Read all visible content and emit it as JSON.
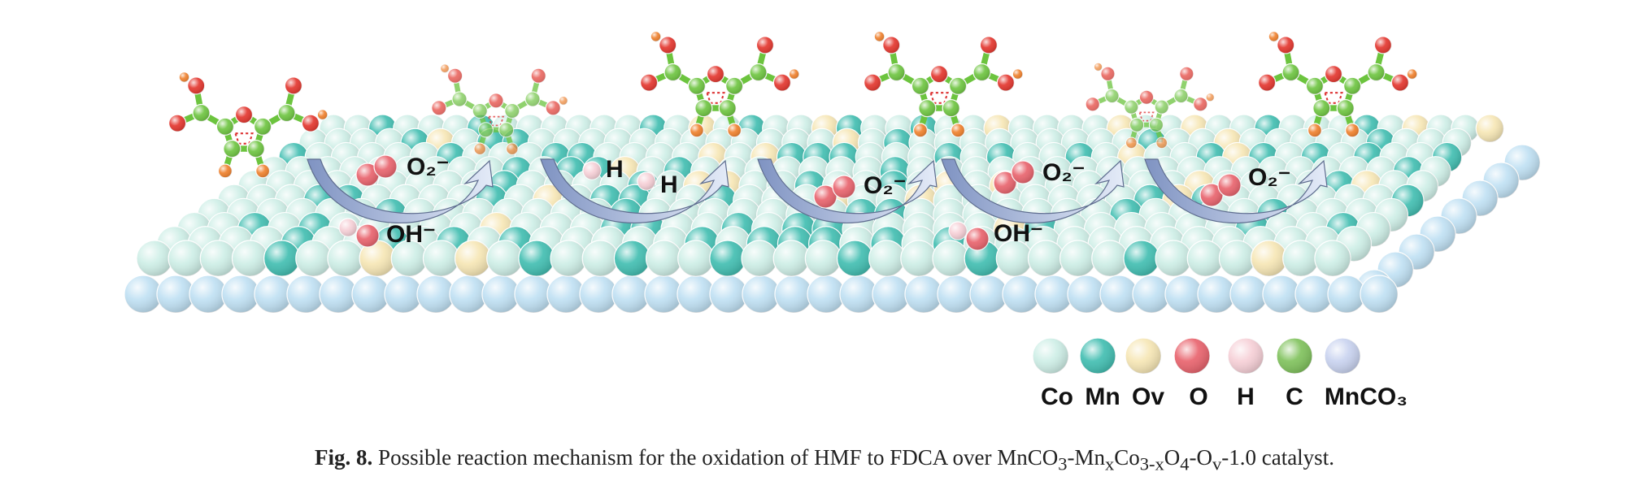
{
  "colors": {
    "co": "#cdeee6",
    "mn": "#3fbdb0",
    "ov": "#f6e6b4",
    "o": "#e8616b",
    "h": "#f6cfd6",
    "c": "#7ec15a",
    "mnco3": "#c8d2ef",
    "base": "#bfe0f3",
    "mol_c": "#6cc43e",
    "mol_o": "#e3332b",
    "mol_h": "#ef7f2a"
  },
  "labels": {
    "o2_a": "O₂⁻",
    "oh_a": "OH⁻",
    "h_a": "H",
    "h_b": "H",
    "o2_b": "O₂⁻",
    "o2_c": "O₂⁻",
    "oh_b": "OH⁻",
    "o2_d": "O₂⁻"
  },
  "legend": [
    {
      "key": "co",
      "label": "Co",
      "icon": "co-sphere-icon"
    },
    {
      "key": "mn",
      "label": "Mn",
      "icon": "mn-sphere-icon"
    },
    {
      "key": "ov",
      "label": "Ov",
      "icon": "ov-sphere-icon"
    },
    {
      "key": "o",
      "label": "O",
      "icon": "o-sphere-icon"
    },
    {
      "key": "h",
      "label": "H",
      "icon": "h-sphere-icon"
    },
    {
      "key": "c",
      "label": "C",
      "icon": "c-sphere-icon"
    },
    {
      "key": "mnco3",
      "label": "MnCO₃",
      "icon": "mnco3-sphere-icon"
    }
  ],
  "caption": {
    "fig": "Fig. 8.",
    "text_a": " Possible reaction mechanism for the oxidation of HMF to FDCA over MnCO",
    "s1": "3",
    "text_b": "-Mn",
    "s2": "x",
    "text_c": "Co",
    "s3": "3-x",
    "text_d": "O",
    "s4": "4",
    "text_e": "-O",
    "s5": "v",
    "text_f": "-1.0 catalyst."
  }
}
